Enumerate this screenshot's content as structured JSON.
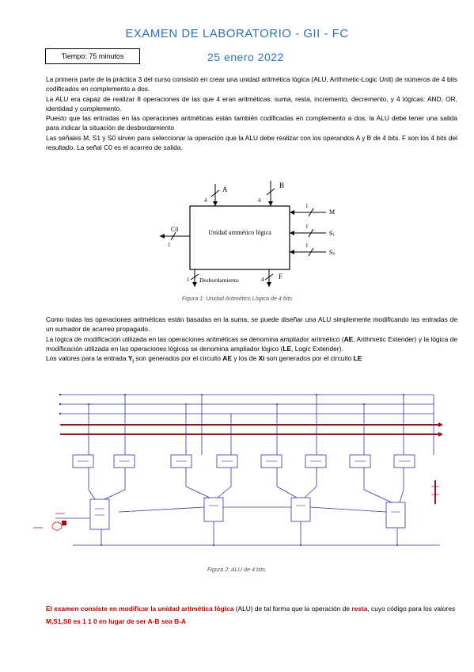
{
  "header": {
    "title": "EXAMEN DE LABORATORIO - GII - FC",
    "time": "Tiempo: 75 minutos",
    "date": "25 enero 2022"
  },
  "intro": {
    "p1": "La primera parte de la práctica 3 del curso consistió en crear una unidad aritmética lógica (ALU, Arithmetic-Logic Unit) de números de 4 bits codificados en complemento a dos.",
    "p2": "La ALU era capaz de realizar 8 operaciones de las que 4 eran aritméticas: suma, resta, incremento, decremento, y 4 lógicas: AND, OR, identidad y complemento.",
    "p3": "Puesto que las entradas en las operaciones aritméticas están también codificadas en complemento a dos, la ALU debe tener una salida para indicar la situación de desbordamiento",
    "p4": "Las señales M, S1 y S0 sirven para seleccionar la operación que la ALU debe realizar con los operandos A y B de 4 bits. F son los 4 bits del resultado. La señal C0 es el acarreo de salida."
  },
  "figure1": {
    "box_label": "Unidad aritmético lógica",
    "in_a": "A",
    "in_b": "B",
    "bits_a": "4",
    "bits_b": "4",
    "in_m": "M",
    "in_s1": "S",
    "in_s1_sub": "1",
    "in_s0": "S",
    "in_s0_sub": "0",
    "bits_m": "1",
    "bits_s1": "1",
    "bits_s0": "1",
    "out_c0": "C0",
    "bits_c0": "1",
    "out_ovf": "Desbordamiento",
    "bits_ovf": "1",
    "out_f": "F",
    "bits_f": "4",
    "caption": "Figura 1: Unidad Aritmético Lógica de 4 bits"
  },
  "body2": {
    "p1": "Como todas las operaciones aritméticas están basadas en la suma, se puede diseñar una ALU simplemente modificando las entradas de un sumador de acarreo propagado.",
    "p2a": "La lógica de modificación utilizada en las operaciones aritméticas se denomina ampliador aritmético (",
    "p2b": "AE",
    "p2c": ", Arithmetic Extender) y la lógica de modificación utilizada en las operaciones lógicas se denomina ampliador lógico (",
    "p2d": "LE",
    "p2e": ", Logic Extender).",
    "p3a": "Los valores para la entrada ",
    "p3b": "Y",
    "p3c": "i",
    "p3d": " son generados por el circuito ",
    "p3e": "AE",
    "p3f": " y los de ",
    "p3g": "Xi",
    "p3h": " son generados por el circuito ",
    "p3i": "LE"
  },
  "figure2": {
    "caption": "Figura 2: ALU de 4 bits."
  },
  "final": {
    "t1": "El examen consiste en modificar la unidad aritmética lógica",
    "t2": " (ALU) de tal forma que la operación de ",
    "t3": "resta",
    "t4": ", cuyo código para los valores ",
    "t5": "M,S1,S0 es 1 1 0 en lugar de ser A-B sea B-A"
  },
  "colors": {
    "accent": "#2e74b5",
    "red": "#c00000",
    "wire": "#3333aa",
    "bus": "#8b1a1a"
  }
}
